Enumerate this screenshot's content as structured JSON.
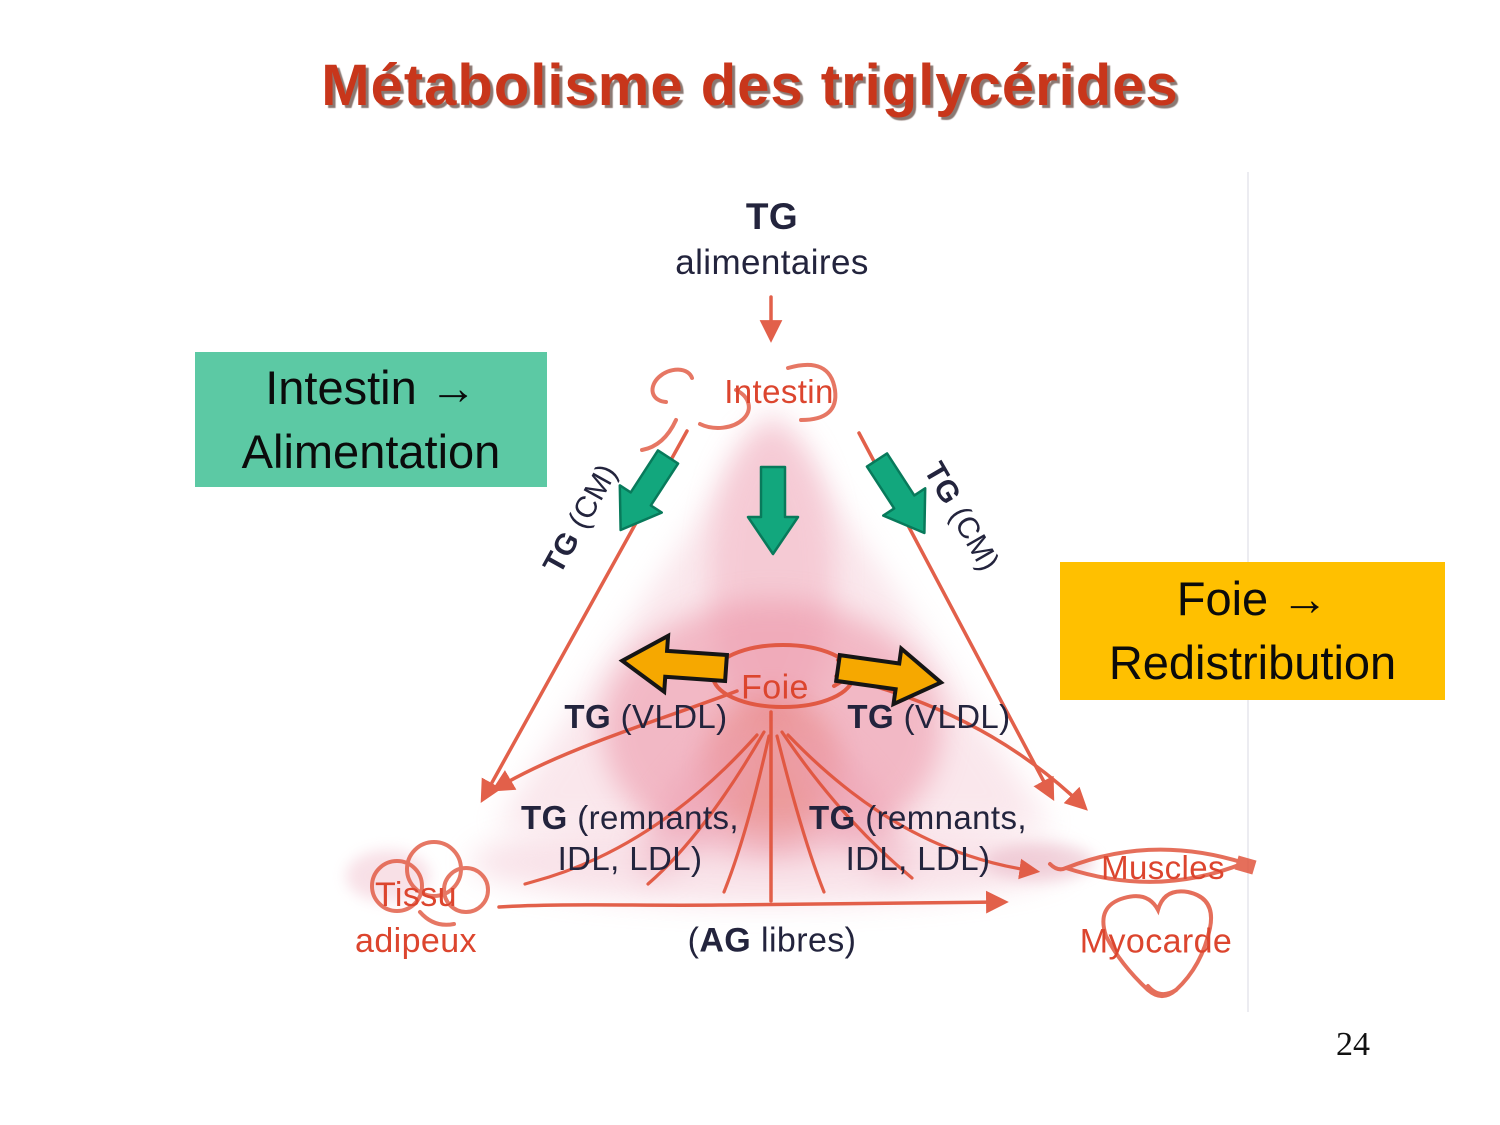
{
  "title": "Métabolisme des triglycérides",
  "page_number": "24",
  "callout_intestin": {
    "line1": "Intestin →",
    "line2": "Alimentation"
  },
  "callout_foie": {
    "line1": "Foie →",
    "line2": "Redistribution"
  },
  "labels": {
    "tg_top": "TG",
    "tg_top_sub": "alimentaires",
    "intestin": "Intestin",
    "tg_cm_left": {
      "bold": "TG",
      "rest": " (CM)"
    },
    "tg_cm_right": {
      "bold": "TG",
      "rest": " (CM)"
    },
    "foie": "Foie",
    "tg_vldl_left": {
      "bold": "TG",
      "rest": " (VLDL)"
    },
    "tg_vldl_right": {
      "bold": "TG",
      "rest": " (VLDL)"
    },
    "tg_remnants_left": {
      "bold": "TG",
      "rest": " (remnants,",
      "line2": "IDL, LDL)"
    },
    "tg_remnants_right": {
      "bold": "TG",
      "rest": " (remnants,",
      "line2": "IDL, LDL)"
    },
    "ag_libres": {
      "prefix": "(",
      "bold": "AG",
      "rest": " libres)"
    },
    "tissu_adipeux": {
      "line1": "Tissu",
      "line2": "adipeux"
    },
    "muscles": "Muscles",
    "myocarde": "Myocarde"
  },
  "icons": {
    "green_down_arrows": "thick down arrows (intestin secretion)",
    "yellow_side_arrows": "thick left/right arrows (foie redistribution)",
    "red_flow_arrows": "hand-drawn red flow arrows"
  },
  "colors": {
    "title_red": "#c8361b",
    "callout_intestin_bg": "#5cc9a4",
    "callout_foie_bg": "#ffc000",
    "green_arrow_fill": "#12a77d",
    "green_arrow_stroke": "#087a5b",
    "yellow_arrow_fill": "#f6a800",
    "yellow_arrow_stroke": "#151515",
    "scan_line_red": "#e0523a",
    "scan_text_red": "#dc452e",
    "scan_text_navy": "#23243d"
  }
}
